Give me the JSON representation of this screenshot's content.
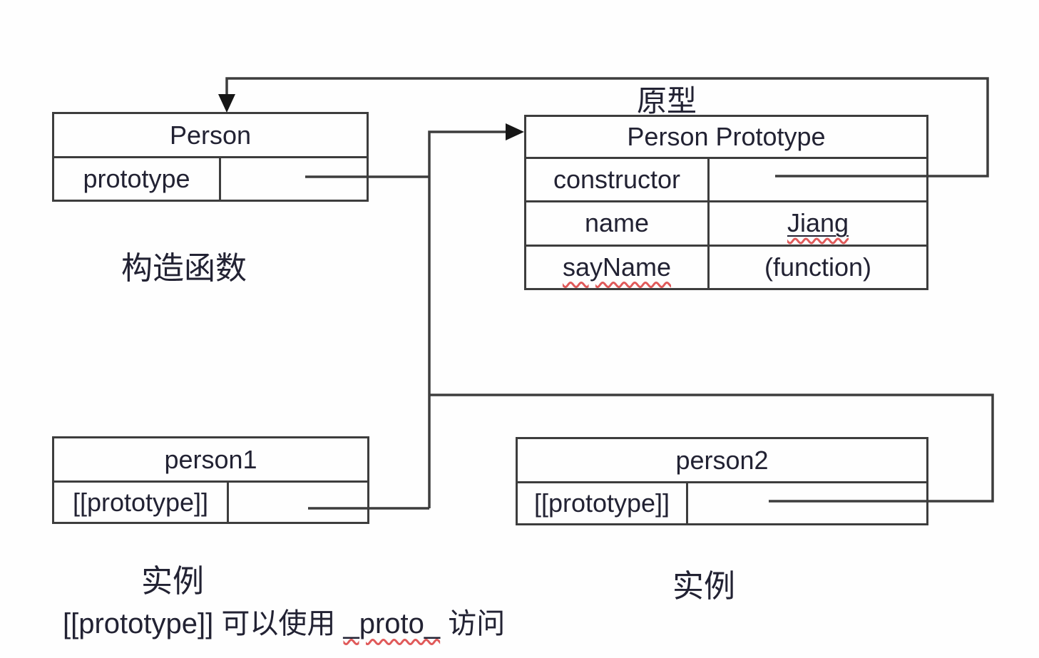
{
  "colors": {
    "line": "#3d3d3d",
    "text": "#222233",
    "squiggle": "#e05a5a",
    "background": "#fefefe"
  },
  "constructor_box": {
    "title": "Person",
    "row": {
      "key": "prototype",
      "value": ""
    },
    "caption": "构造函数"
  },
  "prototype_box": {
    "label": "原型",
    "title": "Person Prototype",
    "rows": [
      {
        "key": "constructor",
        "value": ""
      },
      {
        "key": "name",
        "value": "Jiang"
      },
      {
        "key": "sayName",
        "value": "(function)"
      }
    ]
  },
  "instance1_box": {
    "title": "person1",
    "row": {
      "key": "[[prototype]]",
      "value": ""
    },
    "caption": "实例"
  },
  "instance2_box": {
    "title": "person2",
    "row": {
      "key": "[[prototype]]",
      "value": ""
    },
    "caption": "实例"
  },
  "footnote": {
    "prefix": "[[prototype]] 可以使用 ",
    "highlight": "_proto_",
    "suffix": " 访问"
  }
}
